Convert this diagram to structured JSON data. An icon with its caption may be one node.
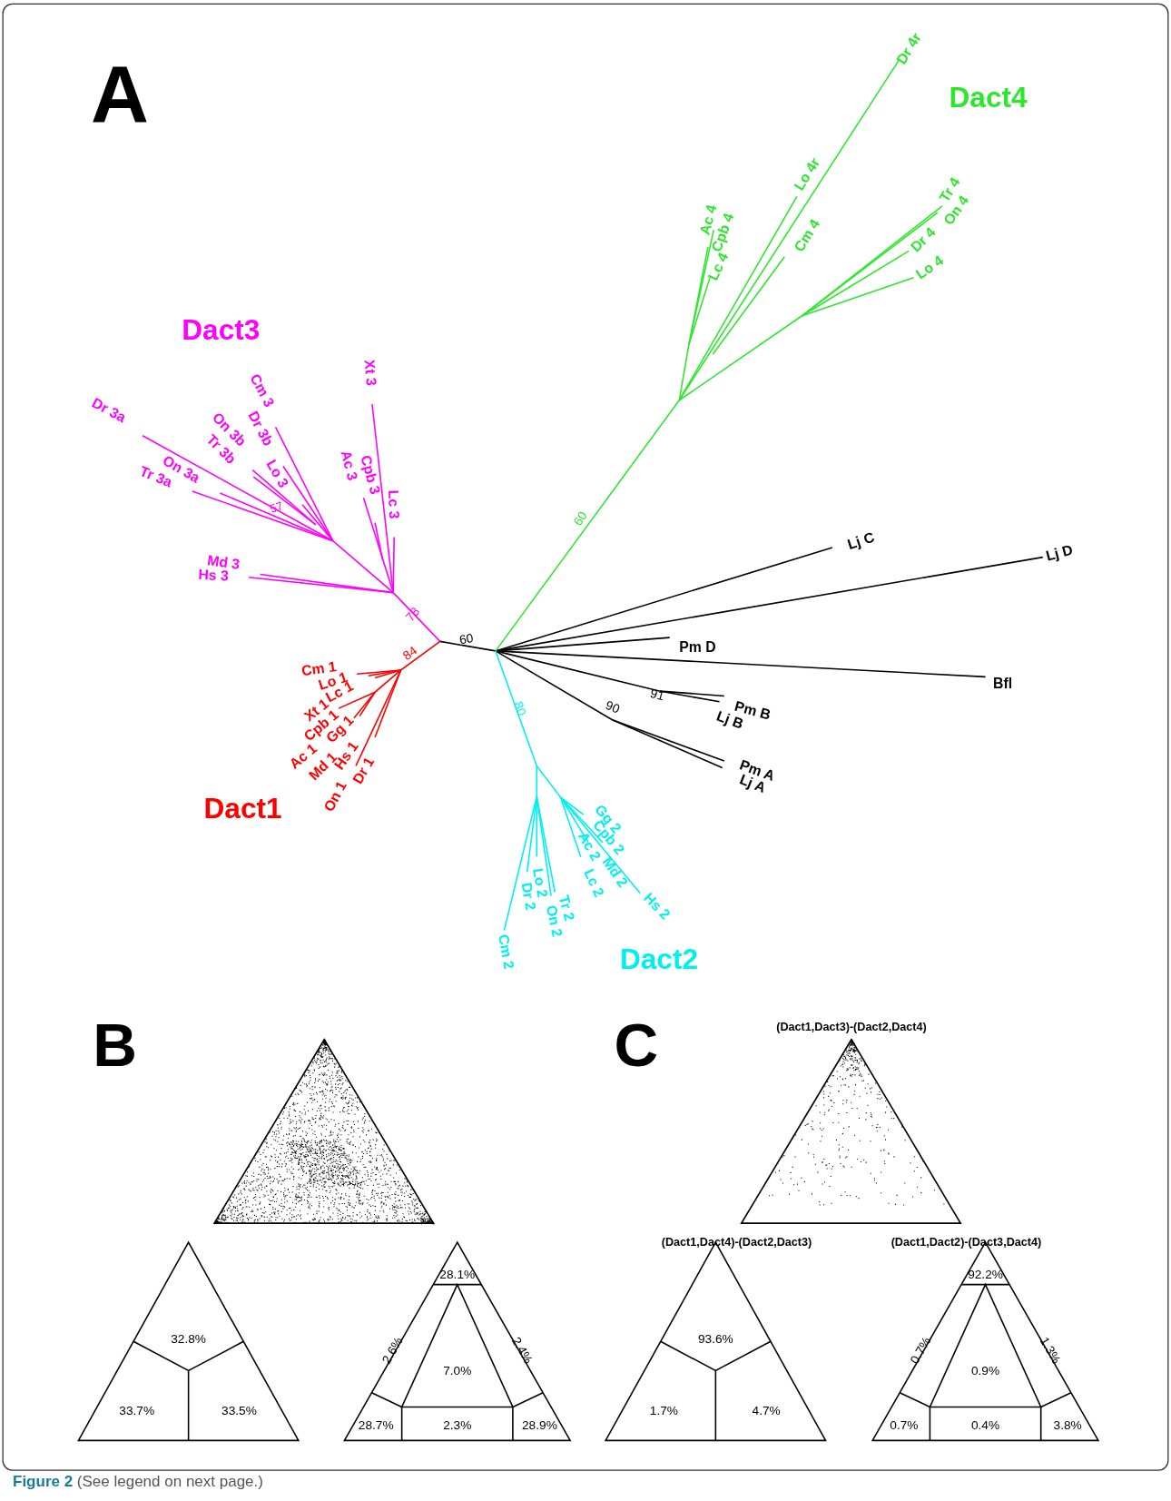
{
  "diagram": {
    "caption": "**Figure 2** (See legend on next page.)",
    "labels": [
      "A",
      "Dr 4r",
      "Dact4",
      "Ac 4",
      "Lo 4r",
      "Cpb 4",
      "Tr 4",
      "On 4",
      "Cm 4",
      "Lc 4",
      "Dr 4",
      "Lo 4",
      "Dact3",
      "Xt 3",
      "Cm 3",
      "Dr 3a",
      "On 3b",
      "Dr 3b",
      "Tr 3b",
      "On 3a",
      "Lo 3",
      "Ac 3",
      "Cpb 3",
      "Tr 3a",
      "Lc 3",
      "57",
      "60",
      "Lj C",
      "Lj D",
      "Md 3",
      "Hs 3",
      "78",
      "60",
      "Pm D",
      "Cm 1",
      "84",
      "Lo 1",
      "Lc 1",
      "Bfl",
      "91",
      "Xt 1",
      "Cpb 1",
      "80",
      "Gg 1",
      "Pm B",
      "Ac 1",
      "Md 1",
      "Lj B",
      "Hs 1",
      "90",
      "Dr 1",
      "On 1",
      "Pm A",
      "Lj A",
      "Dact1",
      "Gg 2",
      "Cpb 2",
      "Ac 2",
      "Lo 2",
      "Lc 2",
      "Md 2",
      "Dr 2",
      "Tr 2",
      "Hs 2",
      "On 2",
      "Cm 2",
      "Dact2",
      "B",
      "C",
      "(Dact1,Dact3)-(Dact2,Dact4)",
      "(Dact1,Dact4)-(Dact2,Dact3)",
      "(Dact1,Dact2)-(Dact3,Dact4)",
      "32.8%",
      "28.1%",
      "93.6%",
      "92.2%",
      "2.6%",
      "2.4%",
      "0.7%",
      "1.3%",
      "7.0%",
      "0.9%",
      "33.7%",
      "33.5%",
      "1.7%",
      "4.7%",
      "28.7%",
      "2.3%",
      "28.9%",
      "0.7%",
      "0.4%",
      "3.8%"
    ]
  }
}
